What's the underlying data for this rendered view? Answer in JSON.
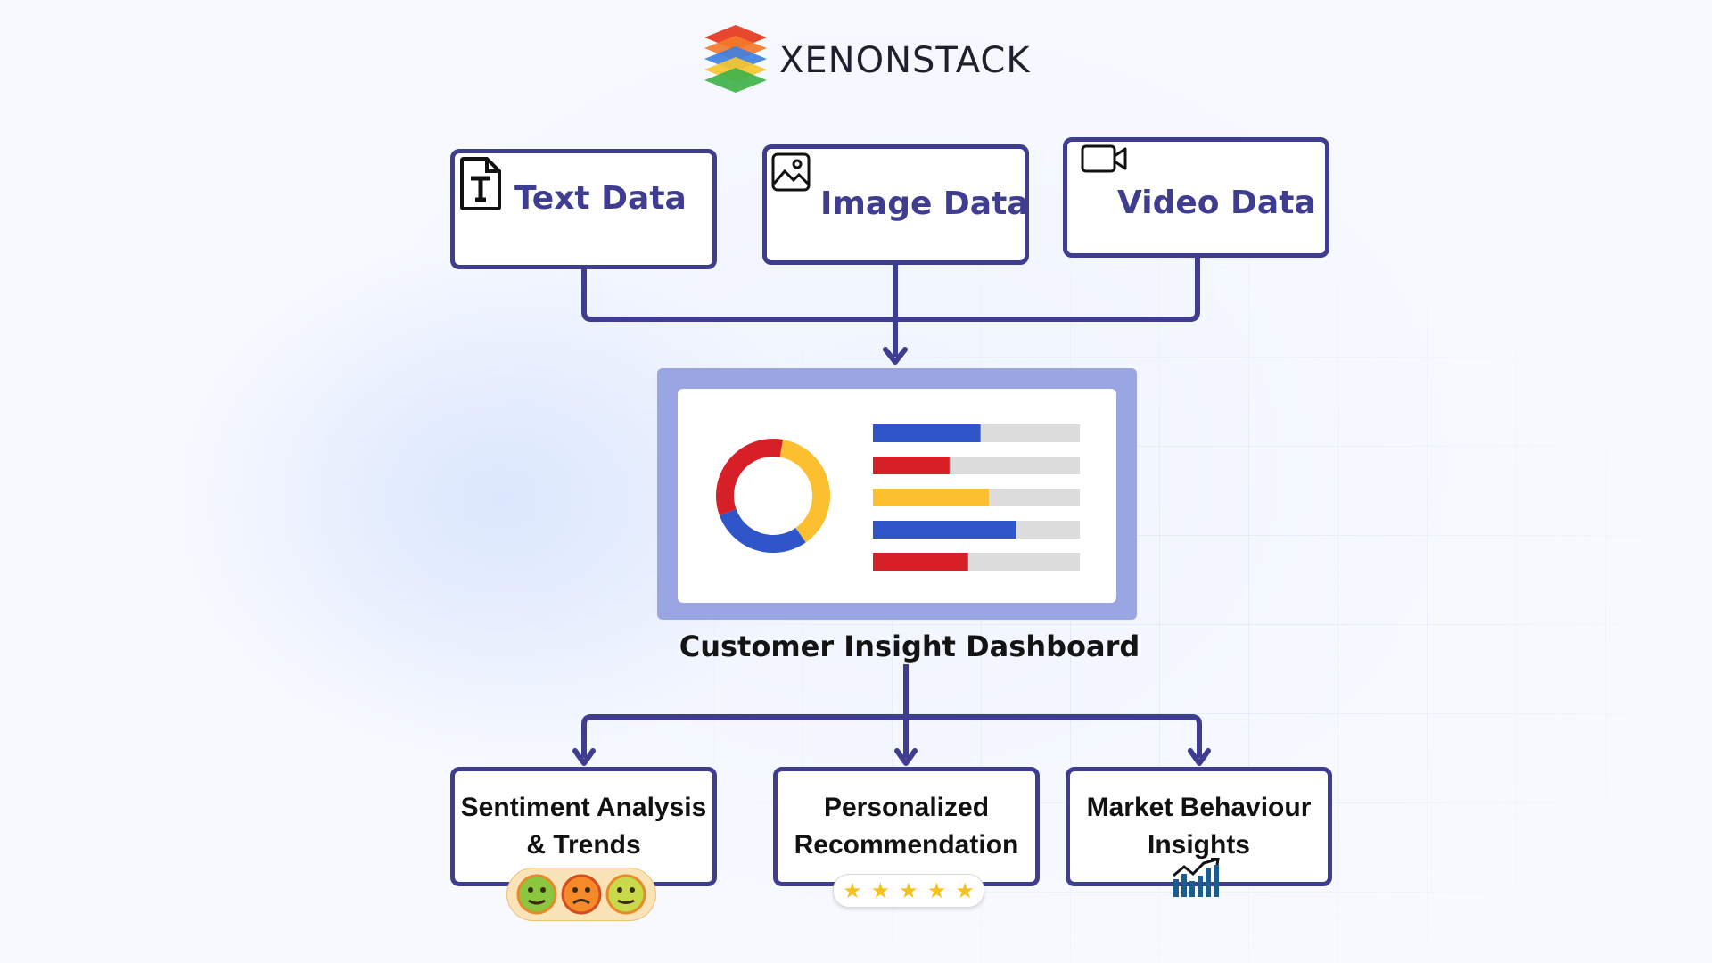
{
  "brand": {
    "name": "XENONSTACK"
  },
  "sources": [
    {
      "label": "Text Data",
      "icon": "text-file-icon"
    },
    {
      "label": "Image Data",
      "icon": "image-icon"
    },
    {
      "label": "Video Data",
      "icon": "video-camera-icon"
    }
  ],
  "dashboard": {
    "title": "Customer Insight Dashboard",
    "donut_colors": [
      "#d61f26",
      "#fbbf2f",
      "#2f55c9"
    ],
    "bar_colors": [
      "#2f55c9",
      "#d61f26",
      "#fbbf2f",
      "#2f55c9",
      "#d61f26"
    ],
    "bar_fill_fractions": [
      0.52,
      0.37,
      0.56,
      0.69,
      0.46
    ]
  },
  "outputs": [
    {
      "line1": "Sentiment Analysis",
      "line2": "& Trends",
      "icon": "emoji-faces-icon"
    },
    {
      "line1": "Personalized",
      "line2": "Recommendation",
      "icon": "five-stars-icon"
    },
    {
      "line1": "Market Behaviour",
      "line2": "Insights",
      "icon": "growth-chart-icon"
    }
  ],
  "colors": {
    "accent": "#3f3d8f",
    "dashboard_frame": "#9aa6e3",
    "star": "#f5c11d"
  },
  "rating": {
    "stars": 5
  }
}
